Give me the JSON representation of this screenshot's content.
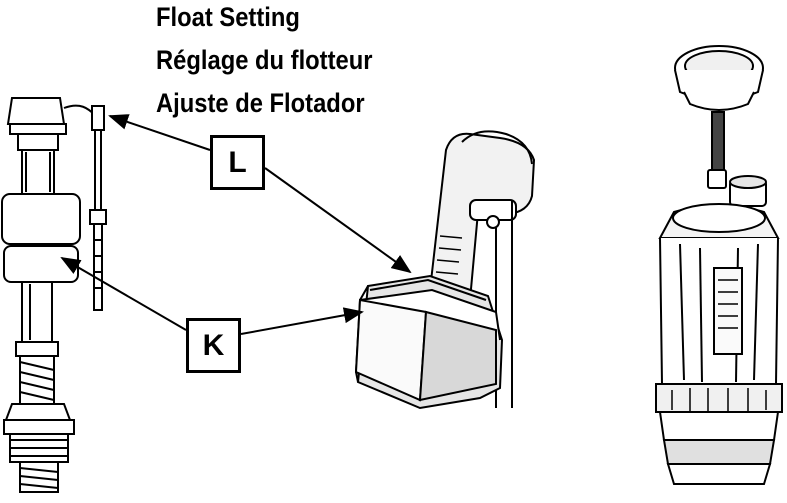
{
  "title": {
    "line1": "Float Setting",
    "line2": "Réglage du flotteur",
    "line3": "Ajuste de Flotador"
  },
  "callouts": {
    "L": "L",
    "K": "K"
  },
  "colors": {
    "ink": "#000000",
    "background": "#ffffff",
    "shade": "#d8d8d8"
  }
}
